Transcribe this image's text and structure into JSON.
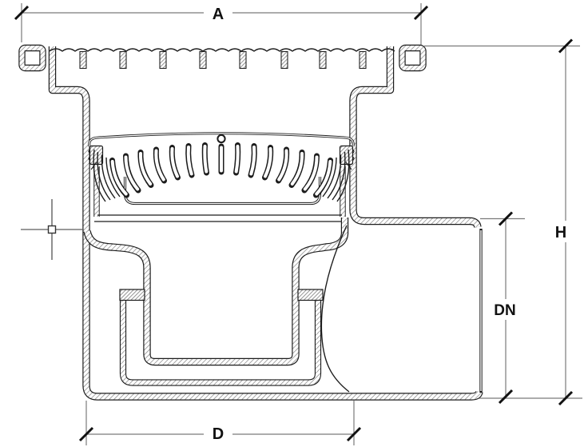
{
  "labels": {
    "width": "A",
    "height": "H",
    "outlet": "DN",
    "base": "D"
  },
  "colors": {
    "line": "#1c1c1c",
    "dim_line": "#7a7a7a",
    "hatch": "#979797",
    "background": "#ffffff"
  }
}
